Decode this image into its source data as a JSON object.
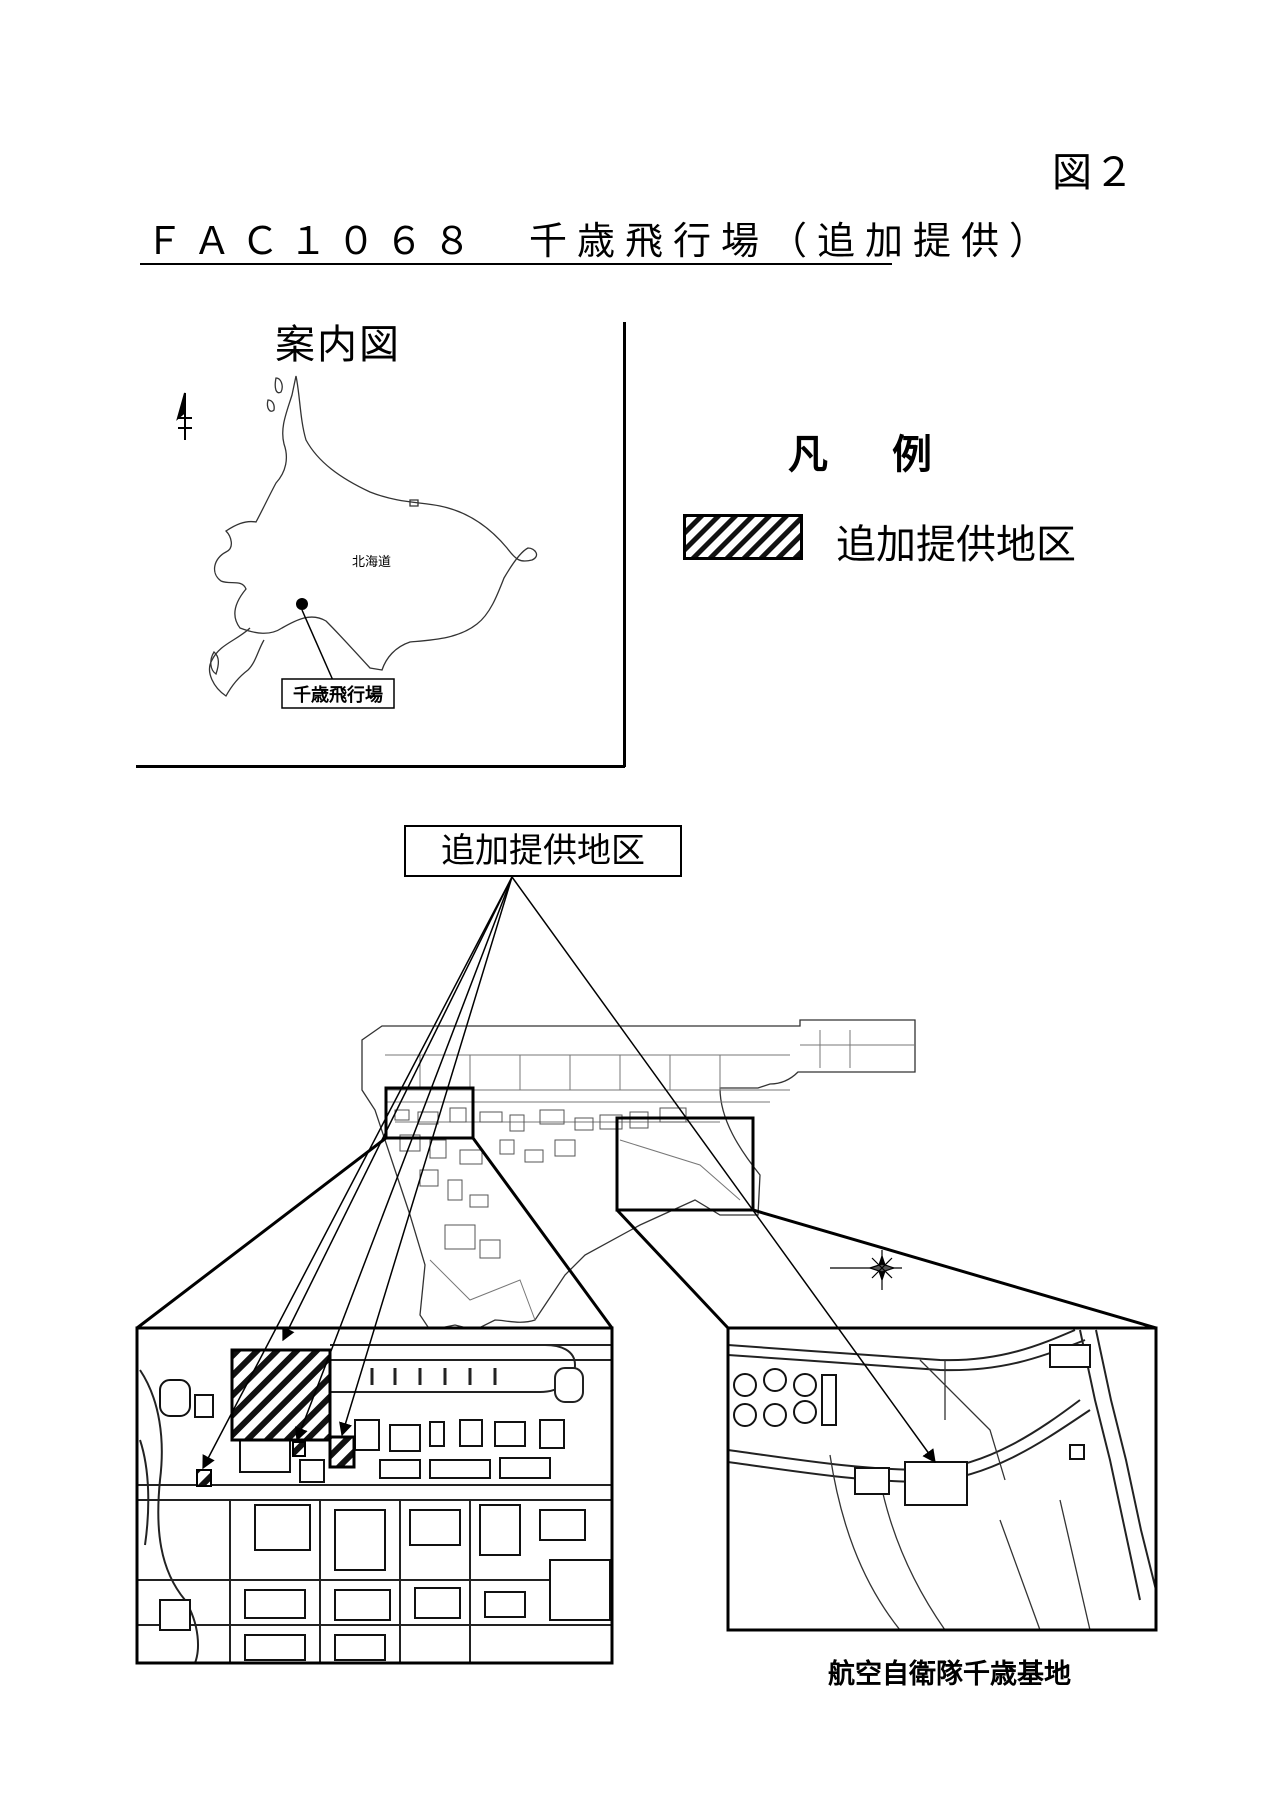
{
  "figure_label": "図２",
  "document_title": "ＦＡＣ１０６８　千歳飛行場（追加提供）",
  "location_map": {
    "heading": "案内図",
    "region_label": "北海道",
    "site_label": "千歳飛行場"
  },
  "legend": {
    "title_chars": [
      "凡",
      "例"
    ],
    "item_label": "追加提供地区"
  },
  "callout_label": "追加提供地区",
  "base_caption": "航空自衛隊千歳基地",
  "colors": {
    "ink": "#000000",
    "paper": "#ffffff",
    "map_line": "#333333"
  }
}
